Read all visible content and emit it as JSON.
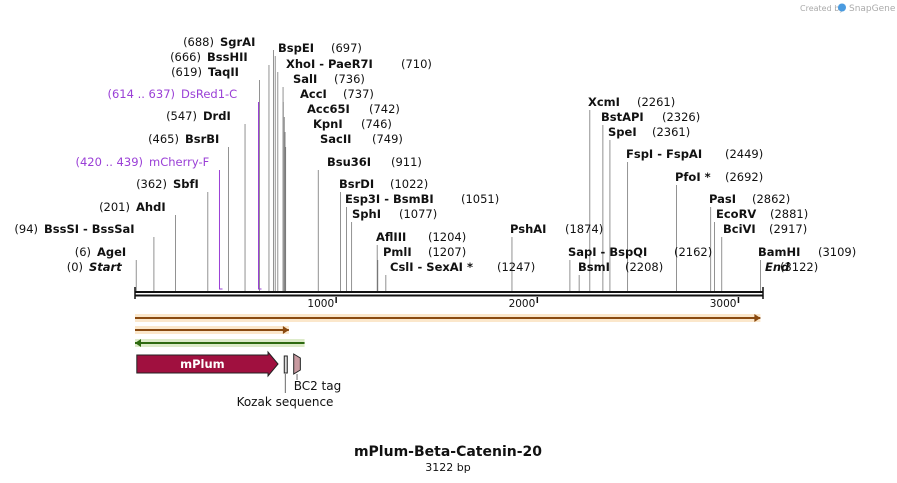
{
  "app": {
    "credit_prefix": "Created by",
    "credit_brand": "SnapGene",
    "brand_color": "#3a8fd9"
  },
  "map": {
    "name": "mPlum-Beta-Catenin-20",
    "length_label": "3122 bp",
    "length_bp": 3122,
    "ruler_ticks": [
      {
        "bp": 1000,
        "label": "1000"
      },
      {
        "bp": 2000,
        "label": "2000"
      },
      {
        "bp": 3000,
        "label": "3000"
      }
    ]
  },
  "sites": [
    {
      "bp": 688,
      "pos": "(688)",
      "name": "SgrAI",
      "type": "enzyme"
    },
    {
      "bp": 666,
      "pos": "(666)",
      "name": "BssHII",
      "type": "enzyme"
    },
    {
      "bp": 619,
      "pos": "(619)",
      "name": "TaqII",
      "type": "enzyme"
    },
    {
      "bp": 614,
      "pos": "(614 .. 637)",
      "name": "DsRed1-C",
      "type": "primer"
    },
    {
      "bp": 547,
      "pos": "(547)",
      "name": "DrdI",
      "type": "enzyme"
    },
    {
      "bp": 465,
      "pos": "(465)",
      "name": "BsrBI",
      "type": "enzyme"
    },
    {
      "bp": 420,
      "pos": "(420 .. 439)",
      "name": "mCherry-F",
      "type": "primer"
    },
    {
      "bp": 362,
      "pos": "(362)",
      "name": "SbfI",
      "type": "enzyme"
    },
    {
      "bp": 201,
      "pos": "(201)",
      "name": "AhdI",
      "type": "enzyme"
    },
    {
      "bp": 94,
      "pos": "(94)",
      "name": "BssSI - BssSaI",
      "type": "enzyme"
    },
    {
      "bp": 6,
      "pos": "(6)",
      "name": "AgeI",
      "type": "enzyme"
    },
    {
      "bp": 0,
      "pos": "(0)",
      "name": "Start",
      "type": "terminus"
    },
    {
      "bp": 697,
      "pos": "(697)",
      "name": "BspEI",
      "type": "enzyme"
    },
    {
      "bp": 710,
      "pos": "(710)",
      "name": "XhoI - PaeR7I",
      "type": "enzyme"
    },
    {
      "bp": 736,
      "pos": "(736)",
      "name": "SalI",
      "type": "enzyme"
    },
    {
      "bp": 737,
      "pos": "(737)",
      "name": "AccI",
      "type": "enzyme"
    },
    {
      "bp": 742,
      "pos": "(742)",
      "name": "Acc65I",
      "type": "enzyme"
    },
    {
      "bp": 746,
      "pos": "(746)",
      "name": "KpnI",
      "type": "enzyme"
    },
    {
      "bp": 749,
      "pos": "(749)",
      "name": "SacII",
      "type": "enzyme"
    },
    {
      "bp": 911,
      "pos": "(911)",
      "name": "Bsu36I",
      "type": "enzyme"
    },
    {
      "bp": 1022,
      "pos": "(1022)",
      "name": "BsrDI",
      "type": "enzyme"
    },
    {
      "bp": 1051,
      "pos": "(1051)",
      "name": "Esp3I - BsmBI",
      "type": "enzyme"
    },
    {
      "bp": 1077,
      "pos": "(1077)",
      "name": "SphI",
      "type": "enzyme"
    },
    {
      "bp": 1204,
      "pos": "(1204)",
      "name": "AflIII",
      "type": "enzyme"
    },
    {
      "bp": 1207,
      "pos": "(1207)",
      "name": "PmlI",
      "type": "enzyme"
    },
    {
      "bp": 1247,
      "pos": "(1247)",
      "name": "CslI - SexAI *",
      "type": "enzyme"
    },
    {
      "bp": 1874,
      "pos": "(1874)",
      "name": "PshAI",
      "type": "enzyme"
    },
    {
      "bp": 2261,
      "pos": "(2261)",
      "name": "XcmI",
      "type": "enzyme"
    },
    {
      "bp": 2326,
      "pos": "(2326)",
      "name": "BstAPI",
      "type": "enzyme"
    },
    {
      "bp": 2361,
      "pos": "(2361)",
      "name": "SpeI",
      "type": "enzyme"
    },
    {
      "bp": 2162,
      "pos": "(2162)",
      "name": "SapI - BspQI",
      "type": "enzyme"
    },
    {
      "bp": 2208,
      "pos": "(2208)",
      "name": "BsmI",
      "type": "enzyme"
    },
    {
      "bp": 2449,
      "pos": "(2449)",
      "name": "FspI - FspAI",
      "type": "enzyme"
    },
    {
      "bp": 2692,
      "pos": "(2692)",
      "name": "PfoI *",
      "type": "enzyme"
    },
    {
      "bp": 2862,
      "pos": "(2862)",
      "name": "PasI",
      "type": "enzyme"
    },
    {
      "bp": 2881,
      "pos": "(2881)",
      "name": "EcoRV",
      "type": "enzyme"
    },
    {
      "bp": 2917,
      "pos": "(2917)",
      "name": "BciVI",
      "type": "enzyme"
    },
    {
      "bp": 3109,
      "pos": "(3109)",
      "name": "BamHI",
      "type": "enzyme"
    },
    {
      "bp": 3122,
      "pos": "(3122)",
      "name": "End",
      "type": "terminus"
    }
  ],
  "features": [
    {
      "name": "mPlum",
      "start": 9,
      "end": 711,
      "type": "cds",
      "color": "#a0103f"
    },
    {
      "name": "Kozak sequence",
      "start": 747,
      "end": 756,
      "type": "misc",
      "color": "#b0b0b0"
    },
    {
      "name": "BC2 tag",
      "start": 789,
      "end": 822,
      "type": "tag",
      "color": "#c89aa0"
    }
  ],
  "orfs": [
    {
      "start": 0,
      "end": 3109,
      "direction": "forward",
      "color": "#f0a030"
    },
    {
      "start": 0,
      "end": 765,
      "direction": "forward",
      "color": "#f0a030"
    },
    {
      "start": 0,
      "end": 843,
      "direction": "reverse",
      "color": "#78b028"
    }
  ]
}
